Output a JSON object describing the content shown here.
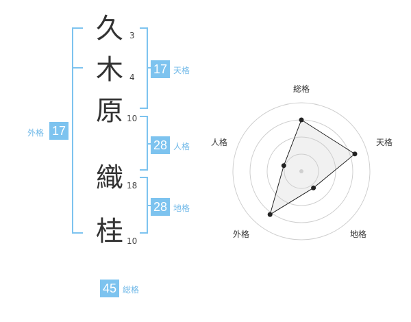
{
  "name": {
    "characters": [
      {
        "char": "久",
        "strokes": "3"
      },
      {
        "char": "木",
        "strokes": "4"
      },
      {
        "char": "原",
        "strokes": "10"
      },
      {
        "char": "織",
        "strokes": "18"
      },
      {
        "char": "桂",
        "strokes": "10"
      }
    ]
  },
  "fortunes": {
    "tenkaku": {
      "value": "17",
      "label": "天格"
    },
    "jinkaku": {
      "value": "28",
      "label": "人格"
    },
    "chikaku": {
      "value": "28",
      "label": "地格"
    },
    "gaikaku": {
      "value": "17",
      "label": "外格"
    },
    "soukaku": {
      "value": "45",
      "label": "総格"
    }
  },
  "colors": {
    "accent": "#7dc3ef",
    "text": "#333333"
  },
  "chart_data": {
    "type": "radar",
    "axes": [
      "総格",
      "天格",
      "地格",
      "外格",
      "人格"
    ],
    "rings": 4,
    "values": [
      0.75,
      0.82,
      0.3,
      0.78,
      0.27
    ],
    "max": 1
  }
}
